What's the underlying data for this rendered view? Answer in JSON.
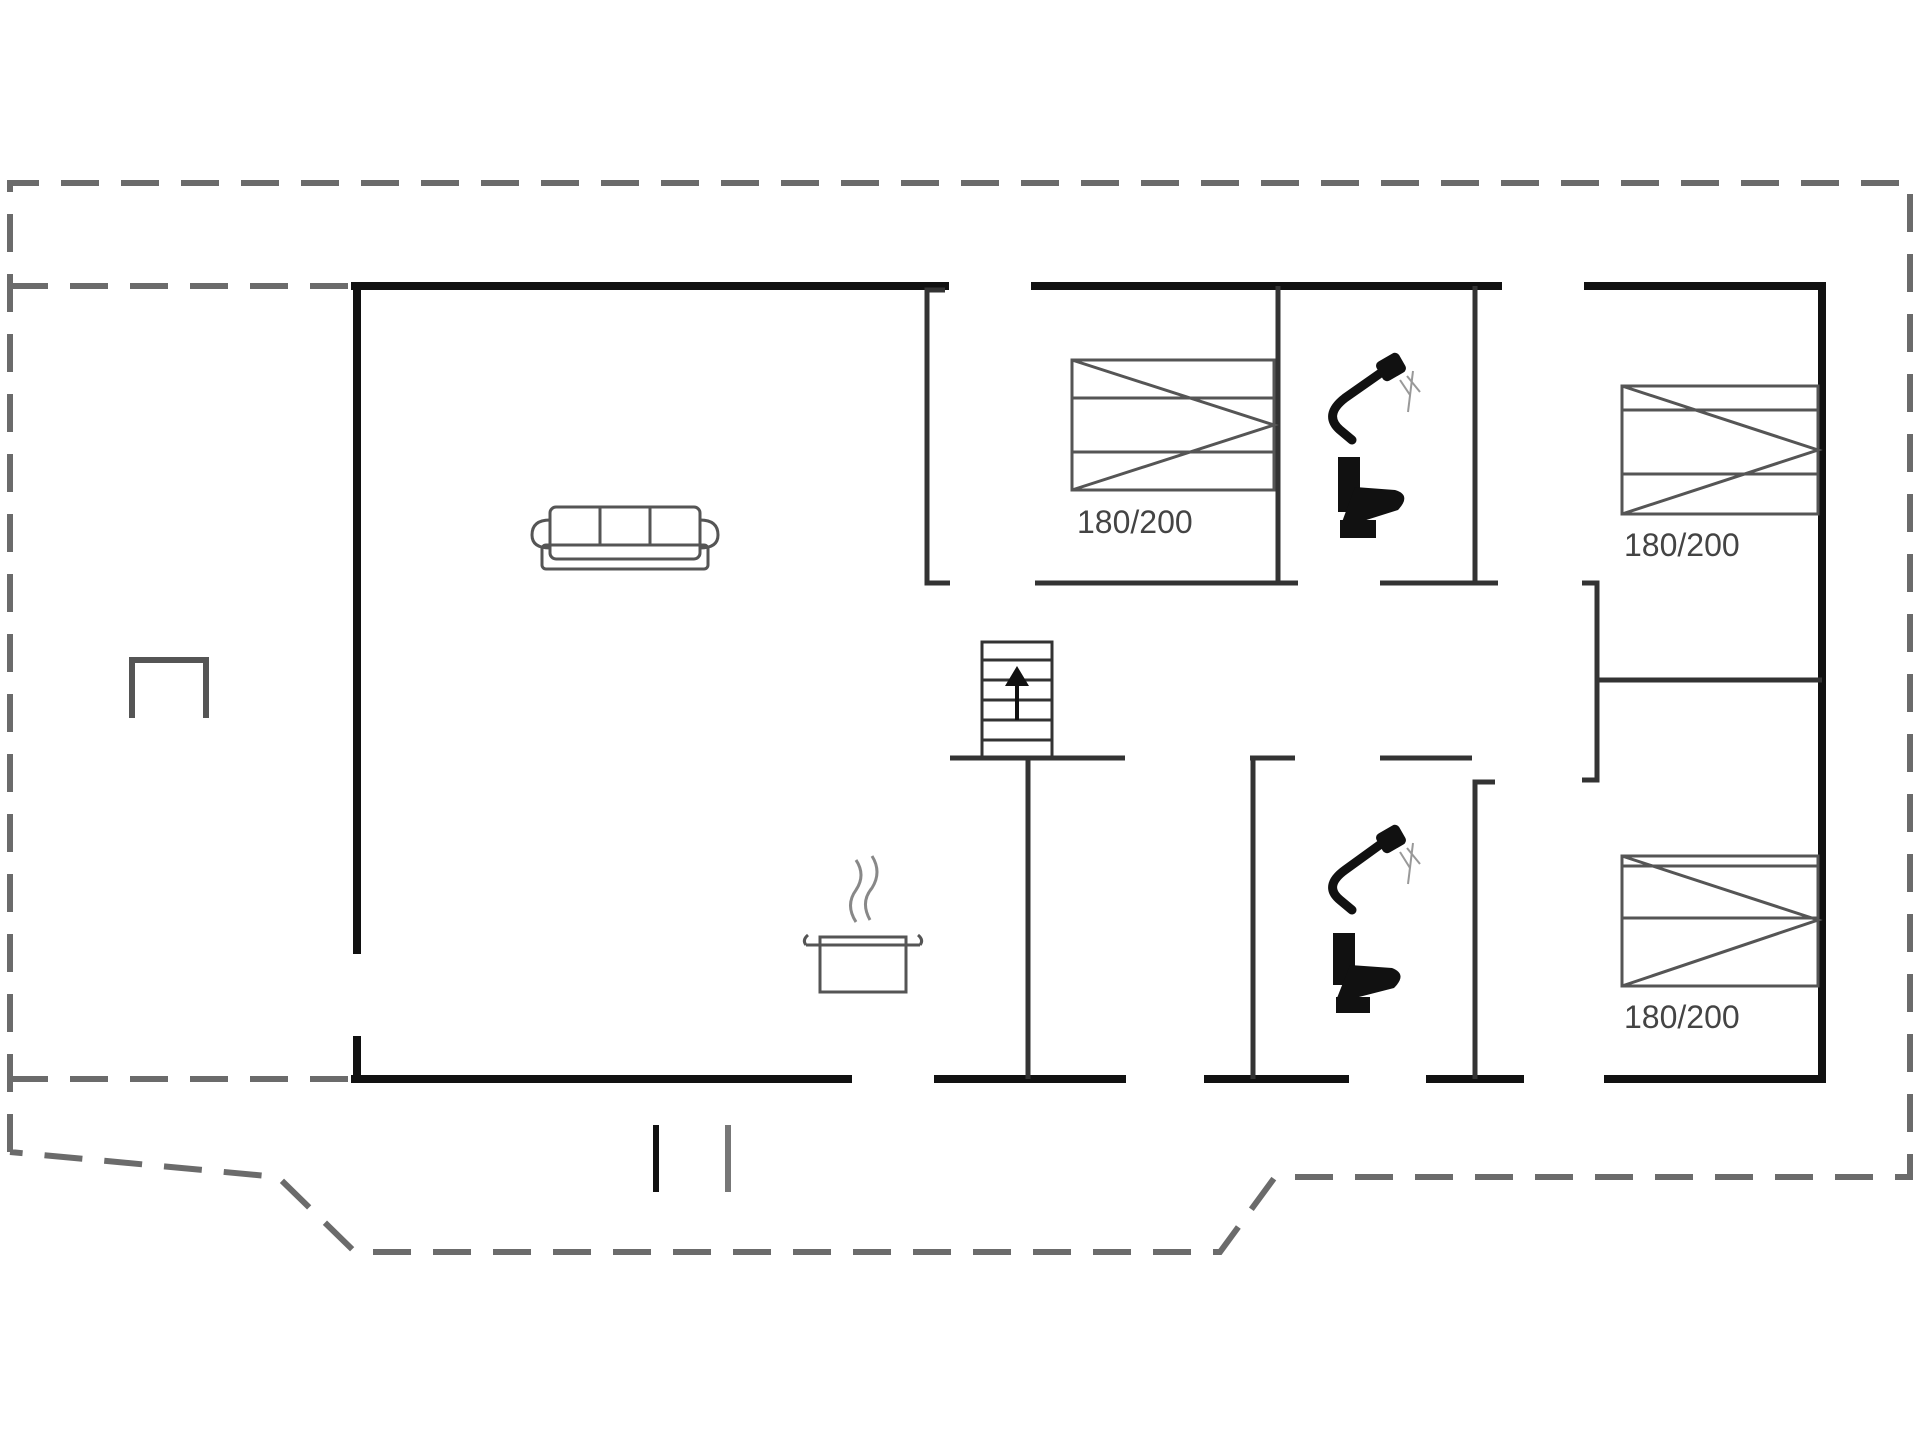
{
  "floor_plan": {
    "bedrooms": [
      {
        "bed_size": "180/200"
      },
      {
        "bed_size": "180/200"
      },
      {
        "bed_size": "180/200"
      }
    ],
    "icons": [
      "sofa-icon",
      "cooking-pot-icon",
      "staircase-icon",
      "shower-icon",
      "toilet-icon",
      "bed-icon",
      "terrace-chair-icon",
      "terrace-door-icon"
    ],
    "colors": {
      "wall": "#111111",
      "dashed_outline": "#6b6b6b",
      "furniture": "#555555",
      "background": "#ffffff"
    }
  }
}
